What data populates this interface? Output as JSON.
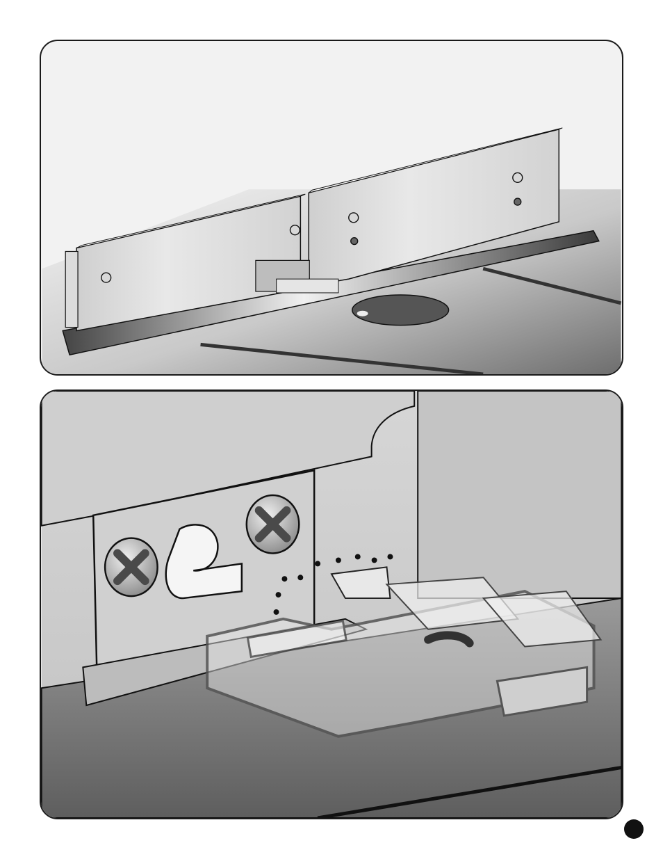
{
  "figure": {
    "panels": [
      {
        "id": "overview",
        "subject": "router-table-fence"
      },
      {
        "id": "detail",
        "subject": "fence-bracket-closeup"
      }
    ],
    "markers": [
      "top-left-dot",
      "bottom-right-dot"
    ]
  }
}
